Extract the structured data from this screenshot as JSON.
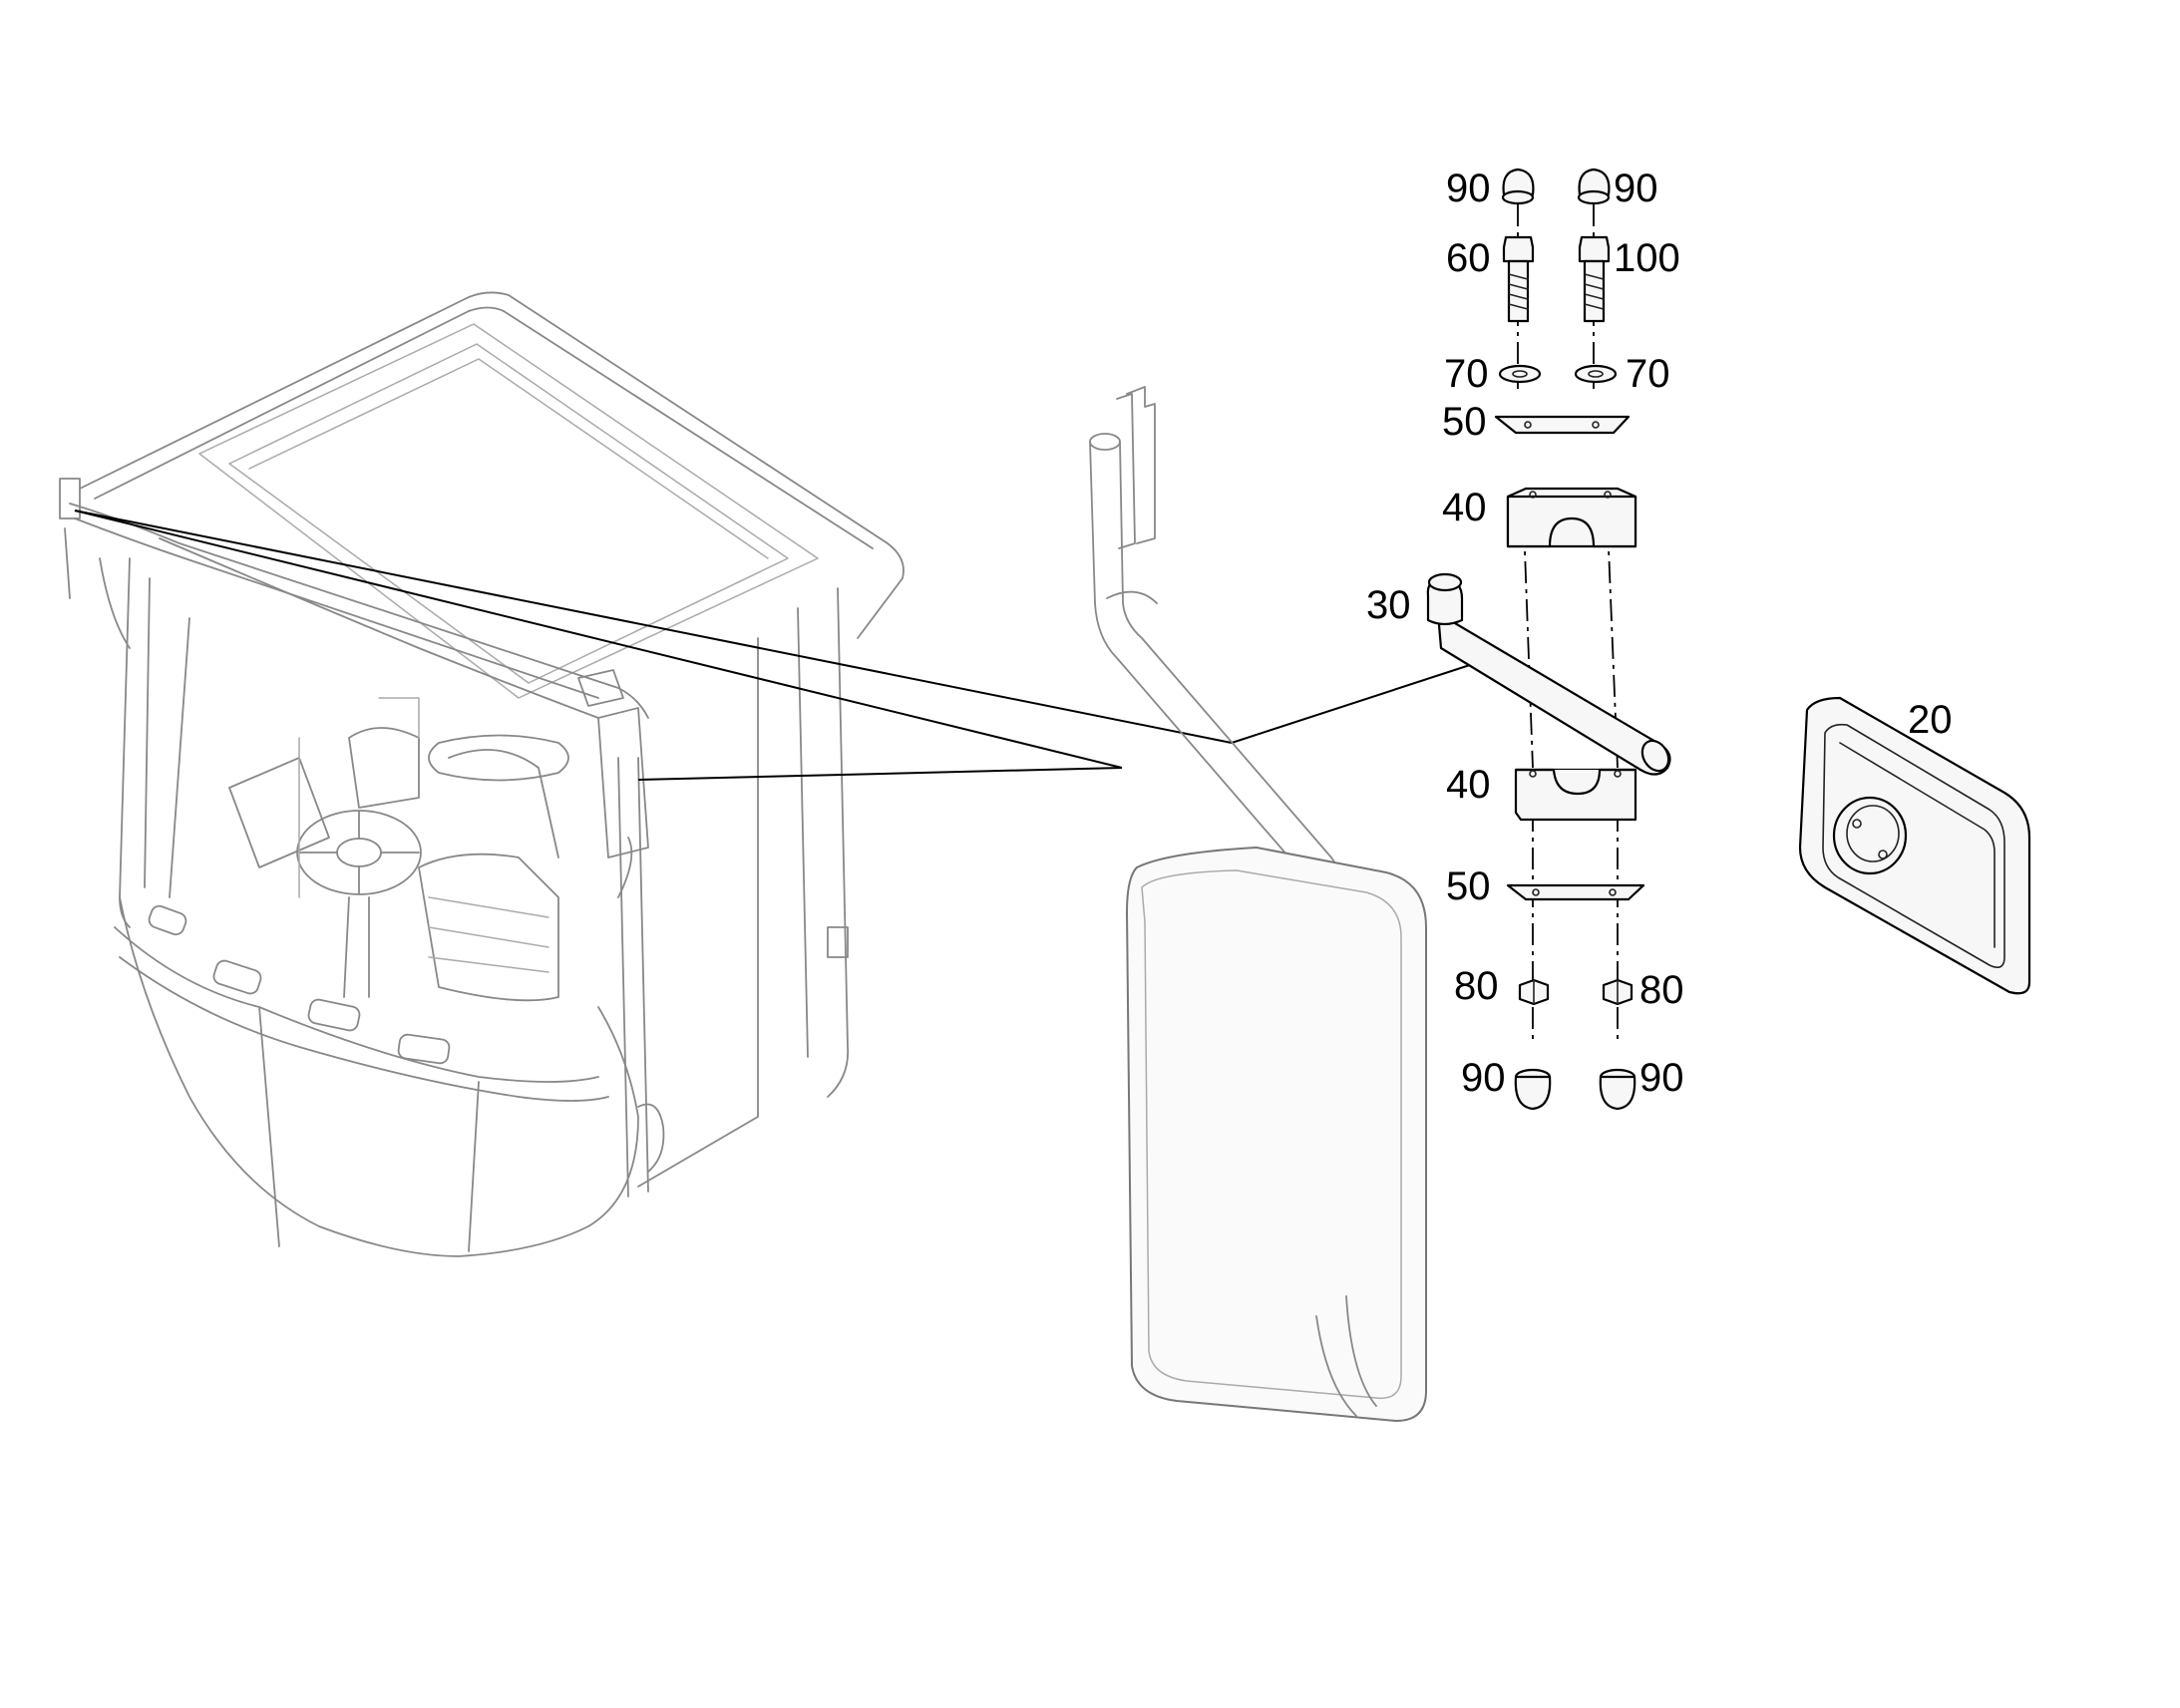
{
  "diagram": {
    "labels": {
      "l90_top_left": "90",
      "l90_top_right": "90",
      "l60": "60",
      "l100": "100",
      "l70_left": "70",
      "l70_right": "70",
      "l50_top": "50",
      "l40_top": "40",
      "l30": "30",
      "l40_bottom": "40",
      "l50_bottom": "50",
      "l80_left": "80",
      "l80_right": "80",
      "l90_bottom_left": "90",
      "l90_bottom_right": "90",
      "l20": "20"
    }
  }
}
